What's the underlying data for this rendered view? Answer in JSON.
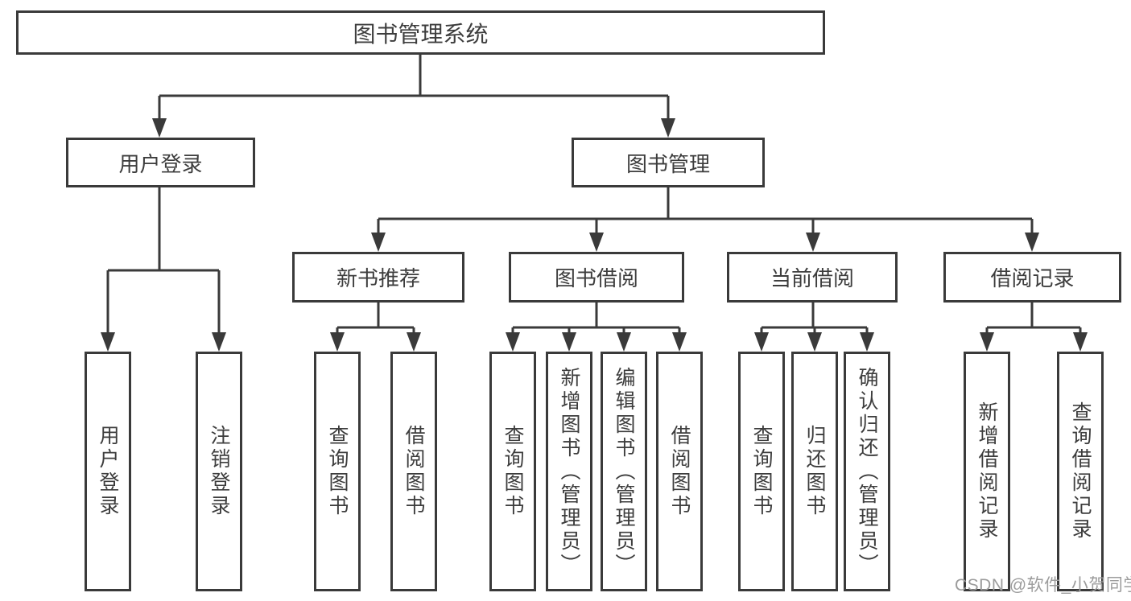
{
  "root": {
    "label": "图书管理系统"
  },
  "modules": [
    {
      "label": "用户登录"
    },
    {
      "label": "图书管理"
    }
  ],
  "submodules": [
    {
      "label": "新书推荐"
    },
    {
      "label": "图书借阅"
    },
    {
      "label": "当前借阅"
    },
    {
      "label": "借阅记录"
    }
  ],
  "functions": {
    "user_login": [
      "用户登录",
      "注销登录"
    ],
    "new_book_recommend": [
      "查询图书",
      "借阅图书"
    ],
    "book_borrow": [
      "查询图书",
      "新增图书（管理员）",
      "编辑图书（管理员）",
      "借阅图书"
    ],
    "current_borrow": [
      "查询图书",
      "归还图书",
      "确认归还（管理员）"
    ],
    "borrow_records": [
      "新增借阅记录",
      "查询借阅记录"
    ]
  },
  "watermark": "CSDN @软件_小贺同学",
  "colors": {
    "line": "#3a3a3a",
    "text": "#3d3d3d",
    "watermark": "#9c9c9c",
    "background": "#ffffff"
  }
}
